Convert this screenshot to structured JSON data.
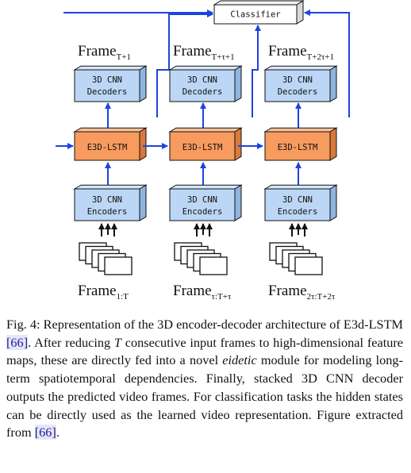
{
  "diagram": {
    "classifier": "Classifier",
    "frames_top": [
      {
        "base": "Frame",
        "sub": "T+1"
      },
      {
        "base": "Frame",
        "sub": "T+τ+1"
      },
      {
        "base": "Frame",
        "sub": "T+2τ+1"
      }
    ],
    "decoder_line1": "3D CNN",
    "decoder_line2": "Decoders",
    "lstm": "E3D-LSTM",
    "encoder_line1": "3D CNN",
    "encoder_line2": "Encoders",
    "frames_bottom": [
      {
        "base": "Frame",
        "sub": "1:T"
      },
      {
        "base": "Frame",
        "sub": "τ:T+τ"
      },
      {
        "base": "Frame",
        "sub": "2τ:T+2τ"
      }
    ],
    "colors": {
      "cnn_fill": "#bcd7f5",
      "lstm_fill": "#f79b5e",
      "arrow": "#1f43e0"
    }
  },
  "caption": {
    "label": "Fig. 4:",
    "t1": " Representation of the 3D encoder-decoder architecture of E3d-LSTM ",
    "ref1": "[66]",
    "t2": ". After reducing ",
    "T": "T",
    "t3": " consecutive input frames to high-dimensional feature maps, these are directly fed into a novel ",
    "eidetic": "eidetic",
    "t4": " module for modeling long-term spatiotemporal dependencies. Finally, stacked 3D CNN decoder outputs the predicted video frames. For classification tasks the hidden states can be directly used as the learned video representation. Figure extracted from ",
    "ref2": "[66]",
    "t5": "."
  }
}
